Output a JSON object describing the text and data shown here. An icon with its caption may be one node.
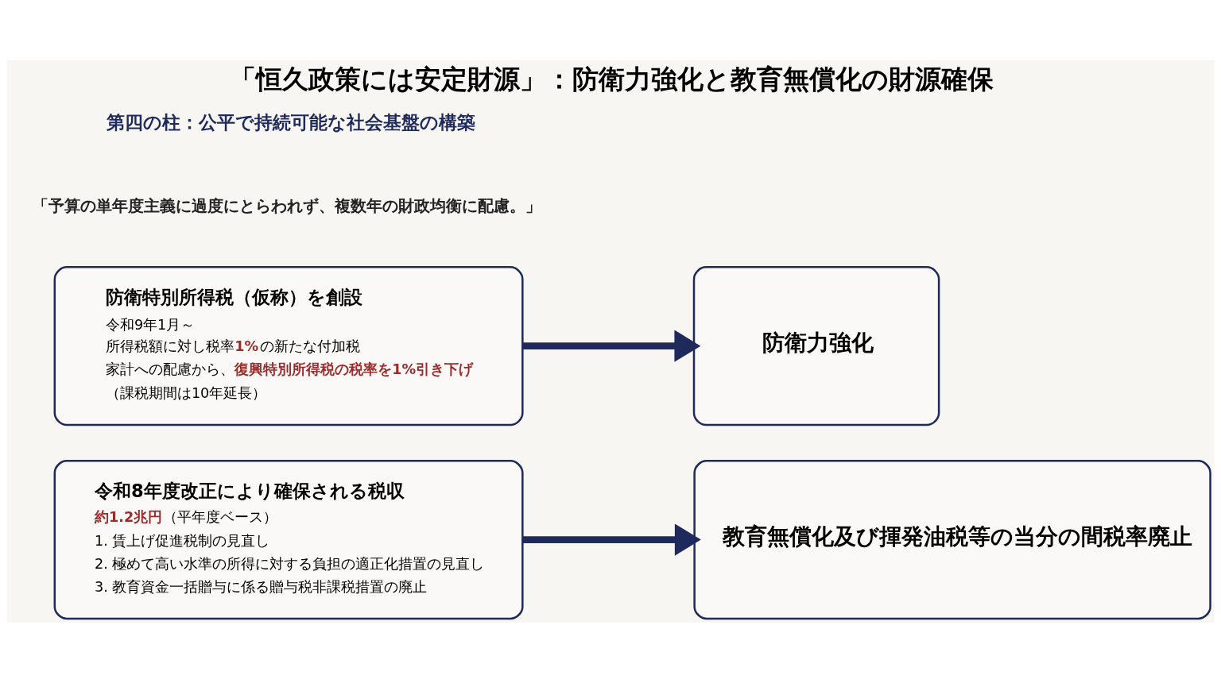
{
  "diagram": {
    "title": "「恒久政策には安定財源」：防衛力強化と教育無償化の財源確保",
    "nodes": [
      {
        "text": [
          "防衛特別所得税（仮称）を創設",
          "令和9年1月～",
          "所得税額に対し税率**1%**の新たな付加税",
          "家計への配慮から、**復興特別所得税の税率を1%引き下げ**",
          "（課税期間は10年延長）"
        ]
      },
      {
        "text": [
          "防衛力強化"
        ]
      },
      {
        "text": [
          "令和8年度改正により確保される税収",
          "**約1.2兆円**（平年度ベース）",
          "1. 賃上げ促進税制の見直し",
          "2. 極めて高い水準の所得に対する負担の適正化措置の見直し",
          "3. 教育資金一括贈与に係る贈与税非課税措置の廃止"
        ]
      },
      {
        "text": [
          "教育無償化及び揮発油税等の当分の間税率廃止"
        ]
      }
    ],
    "edges": [
      {
        "from": 0,
        "to": 1,
        "arrow": "to"
      },
      {
        "from": 2,
        "to": 3,
        "arrow": "to"
      }
    ],
    "labels": [
      "第四の柱：公平で持続可能な社会基盤の構築",
      "「予算の単年度主義に過度にとらわれず、複数年の財政均衡に配慮。」"
    ]
  }
}
